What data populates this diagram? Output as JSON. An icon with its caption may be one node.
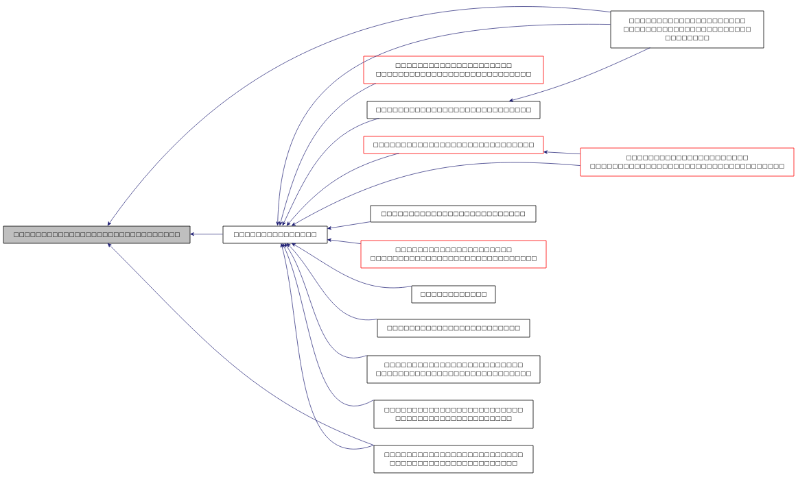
{
  "diagram": {
    "nodes": [
      {
        "text": [
          "□□□□□□□□□□□□□□□□□□□□□□□□□□□□□□"
        ]
      },
      {
        "text": [
          "□□□□□□□□□□□□□□□"
        ]
      },
      {
        "text": [
          "□□□□□□□□□□□□□□□□□□□□□ □□□□□□□□□□□□□□□□□□□□□□□ □□□□□□□□"
        ]
      },
      {
        "text": [
          "□□□□□□□□□□□□□□□□□□□□□ □□□□□□□□□□□□□□□□□□□□□□□□□□□□"
        ]
      },
      {
        "text": [
          "□□□□□□□□□□□□□□□□□□□□□□□□□□□□"
        ]
      },
      {
        "text": [
          "□□□□□□□□□□□□□□□□□□□□□□□□□□□□□"
        ]
      },
      {
        "text": [
          "□□□□□□□□□□□□□□□□□□□□□□ □□□□□□□□□□□□□□□□□□□□□□□□□□□□□□□□□□□"
        ]
      },
      {
        "text": [
          "□□□□□□□□□□□□□□□□□□□□□□□□□□"
        ]
      },
      {
        "text": [
          "□□□□□□□□□□□□□□□□□□□□□ □□□□□□□□□□□□□□□□□□□□□□□□□□□□□□"
        ]
      },
      {
        "text": [
          "□□□□□□□□□□□□"
        ]
      },
      {
        "text": [
          "□□□□□□□□□□□□□□□□□□□□□□□□"
        ]
      },
      {
        "text": [
          "□□□□□□□□□□□□□□□□□□□□□□□□□ □□□□□□□□□□□□□□□□□□□□□□□□□□□□"
        ]
      },
      {
        "text": [
          "□□□□□□□□□□□□□□□□□□□□□□□□□ □□□□□□□□□□□□□□□□□□□□□"
        ]
      },
      {
        "text": [
          "□□□□□□□□□□□□□□□□□□□□□□□□□ □□□□□□□□□□□□□□□□□□□□□□□"
        ]
      }
    ],
    "edges": [
      {
        "from": 1,
        "to": 0,
        "arrow": "to"
      },
      {
        "from": 2,
        "to": 0,
        "arrow": "to"
      },
      {
        "from": 13,
        "to": 0,
        "arrow": "to"
      },
      {
        "from": 2,
        "to": 1,
        "arrow": "to"
      },
      {
        "from": 3,
        "to": 1,
        "arrow": "to"
      },
      {
        "from": 4,
        "to": 1,
        "arrow": "to"
      },
      {
        "from": 5,
        "to": 1,
        "arrow": "to"
      },
      {
        "from": 6,
        "to": 1,
        "arrow": "to"
      },
      {
        "from": 7,
        "to": 1,
        "arrow": "to"
      },
      {
        "from": 8,
        "to": 1,
        "arrow": "to"
      },
      {
        "from": 9,
        "to": 1,
        "arrow": "to"
      },
      {
        "from": 10,
        "to": 1,
        "arrow": "to"
      },
      {
        "from": 11,
        "to": 1,
        "arrow": "to"
      },
      {
        "from": 12,
        "to": 1,
        "arrow": "to"
      },
      {
        "from": 13,
        "to": 1,
        "arrow": "to"
      },
      {
        "from": 2,
        "to": 4,
        "arrow": "to"
      },
      {
        "from": 6,
        "to": 5,
        "arrow": "to"
      }
    ]
  }
}
